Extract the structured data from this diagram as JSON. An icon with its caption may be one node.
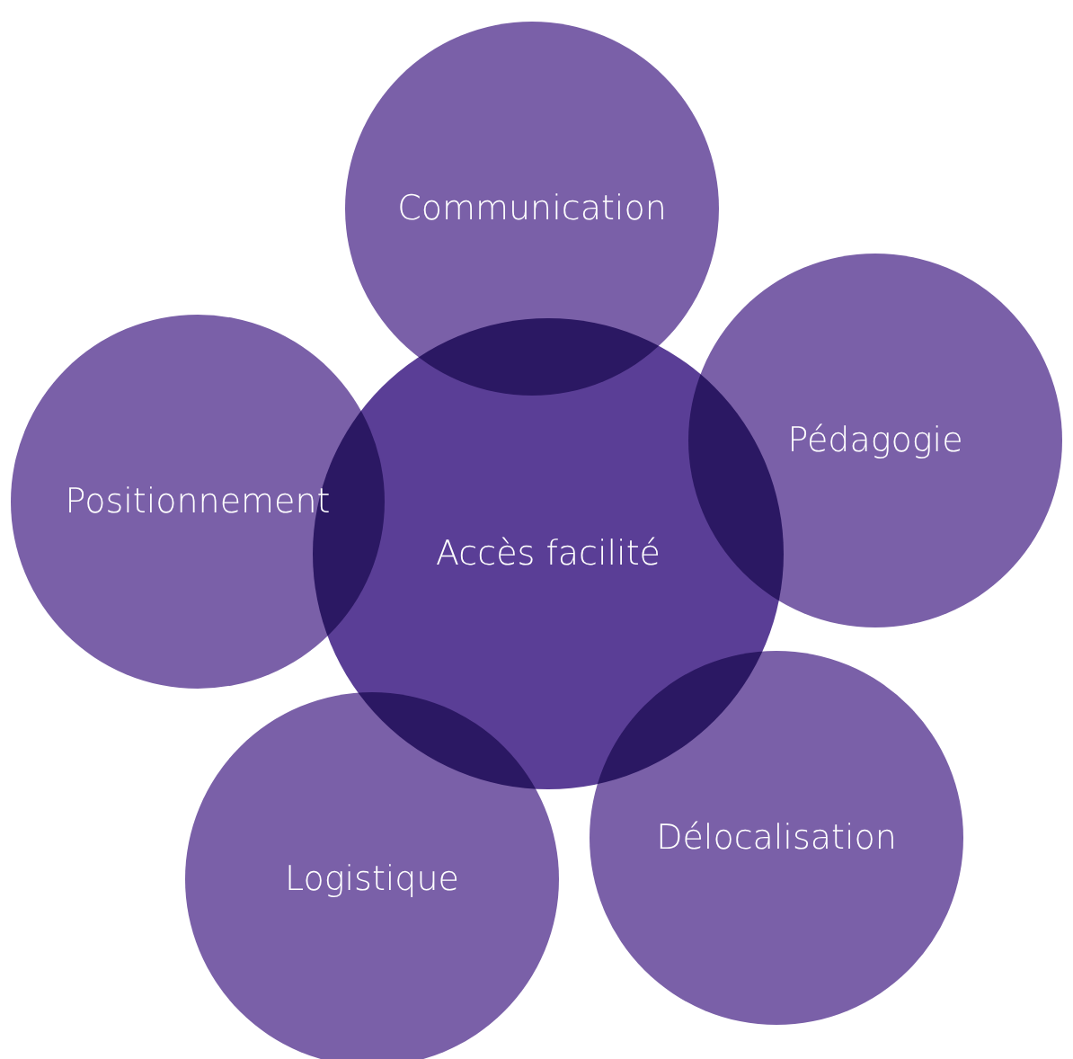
{
  "diagram": {
    "nodes": [
      {
        "text": [
          "Communication"
        ]
      },
      {
        "text": [
          "Pédagogie"
        ]
      },
      {
        "text": [
          "Positionnement"
        ]
      },
      {
        "text": [
          "Accès facilité"
        ]
      },
      {
        "text": [
          "Délocalisation"
        ]
      },
      {
        "text": [
          "Logistique"
        ]
      }
    ],
    "edges": []
  }
}
